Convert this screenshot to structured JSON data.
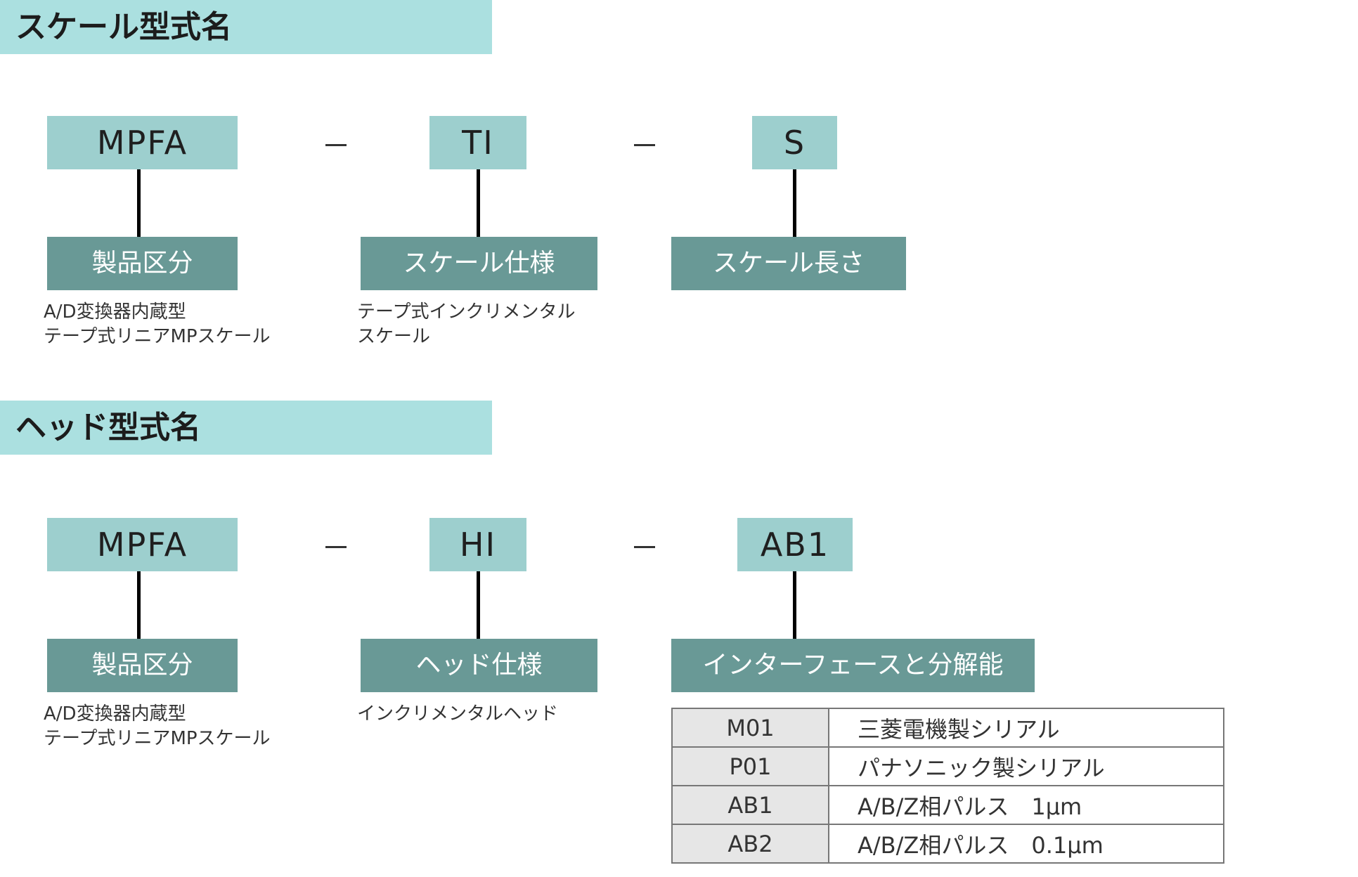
{
  "scale": {
    "header": "スケール型式名",
    "codes": [
      "MPFA",
      "TI",
      "S"
    ],
    "separators": [
      "－",
      "－"
    ],
    "labels": [
      "製品区分",
      "スケール仕様",
      "スケール長さ"
    ],
    "descriptions": [
      "A/D変換器内蔵型\nテープ式リニアMPスケール",
      "テープ式インクリメンタル\nスケール"
    ]
  },
  "head": {
    "header": "ヘッド型式名",
    "codes": [
      "MPFA",
      "HI",
      "AB1"
    ],
    "separators": [
      "－",
      "－"
    ],
    "labels": [
      "製品区分",
      "ヘッド仕様",
      "インターフェースと分解能"
    ],
    "descriptions": [
      "A/D変換器内蔵型\nテープ式リニアMPスケール",
      "インクリメンタルヘッド"
    ],
    "interface_table": [
      {
        "code": "M01",
        "description": "三菱電機製シリアル"
      },
      {
        "code": "P01",
        "description": "パナソニック製シリアル"
      },
      {
        "code": "AB1",
        "description": "A/B/Z相パルス　1μm"
      },
      {
        "code": "AB2",
        "description": "A/B/Z相パルス　0.1μm"
      }
    ]
  },
  "colors": {
    "header_bg": "#abe0e0",
    "code_bg": "#9dcfce",
    "label_bg": "#699996",
    "table_code_bg": "#e6e6e6"
  }
}
